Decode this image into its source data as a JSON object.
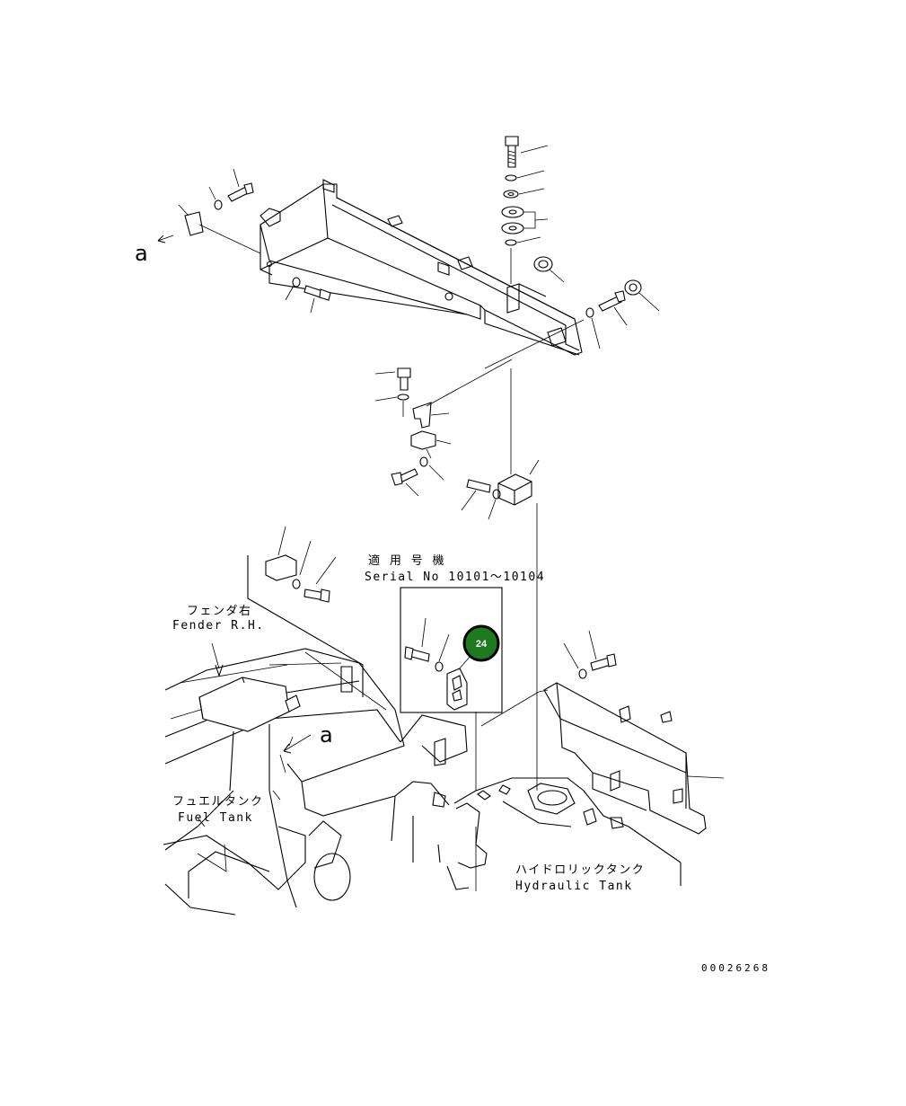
{
  "labels": {
    "view_a_top": "a",
    "view_a_bottom": "a",
    "serial_jp": "適 用 号 機",
    "serial_en": "Serial No 10101～10104",
    "fender_jp": "フェンダ右",
    "fender_en": "Fender R.H.",
    "fuel_tank_jp": "フュエルタンク",
    "fuel_tank_en": "Fuel Tank",
    "hydraulic_tank_jp": "ハイドロリックタンク",
    "hydraulic_tank_en": "Hydraulic Tank"
  },
  "callout": {
    "number": "24",
    "color": "#1e7a1e",
    "ring_color": "#000000"
  },
  "document_number": "00026268"
}
